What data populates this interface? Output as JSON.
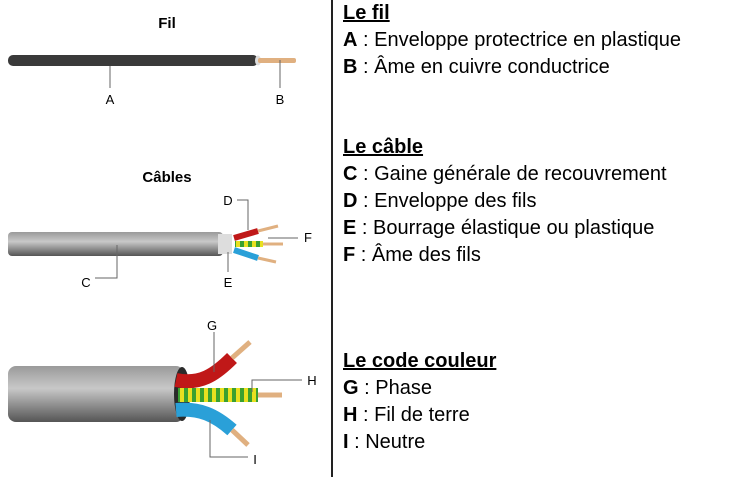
{
  "figure": {
    "title_wire": "Fil",
    "title_cables": "Câbles",
    "labels": {
      "A": "A",
      "B": "B",
      "C": "C",
      "D": "D",
      "E": "E",
      "F": "F",
      "G": "G",
      "H": "H",
      "I": "I"
    }
  },
  "legend": {
    "wire": {
      "heading": "Le fil",
      "items": [
        {
          "key": "A",
          "text": " : Enveloppe protectrice en plastique"
        },
        {
          "key": "B",
          "text": " : Âme en cuivre conductrice"
        }
      ]
    },
    "cable": {
      "heading": "Le câble",
      "items": [
        {
          "key": "C",
          "text": " : Gaine générale de recouvrement"
        },
        {
          "key": "D",
          "text": " : Enveloppe des fils"
        },
        {
          "key": "E",
          "text": " : Bourrage élastique ou plastique"
        },
        {
          "key": "F",
          "text": " : Âme des fils"
        }
      ]
    },
    "colors": {
      "heading": "Le code couleur",
      "items": [
        {
          "key": "G",
          "text": " : Phase"
        },
        {
          "key": "H",
          "text": " : Fil de terre"
        },
        {
          "key": "I",
          "text": " : Neutre"
        }
      ]
    }
  }
}
